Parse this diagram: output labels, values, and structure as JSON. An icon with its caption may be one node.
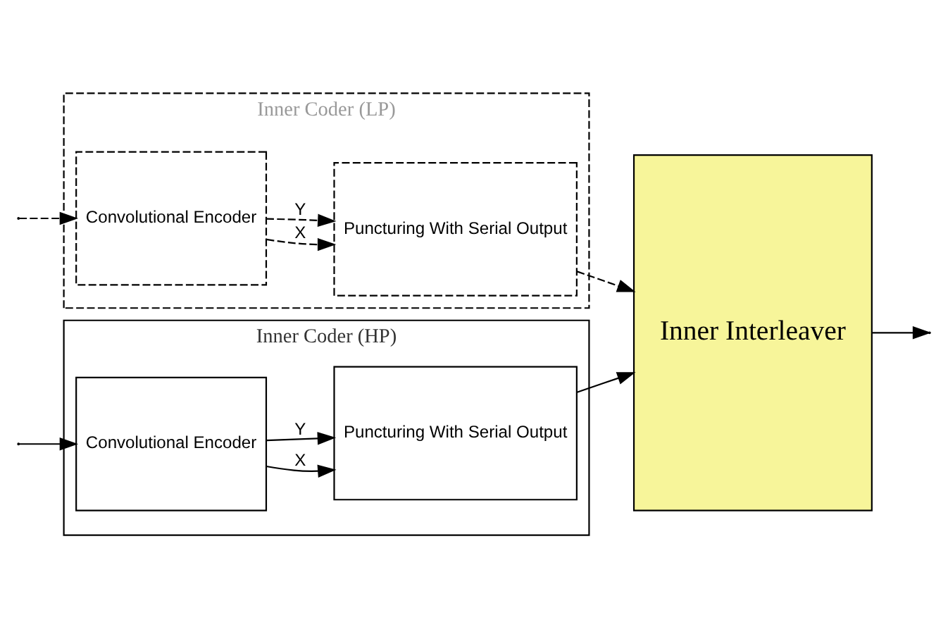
{
  "diagram": {
    "nodes": [
      {
        "text": [
          "Inner Coder (HP)"
        ]
      },
      {
        "text": [
          "Convolutional Encoder"
        ],
        "in": 0
      },
      {
        "text": [
          "Puncturing With Serial Output"
        ],
        "in": 0
      },
      {
        "text": [
          "Inner Coder (LP)"
        ]
      },
      {
        "text": [
          "Convolutional Encoder"
        ],
        "in": 3
      },
      {
        "text": [
          "Puncturing With Serial Output"
        ],
        "in": 3
      },
      {
        "text": [
          "Inner Interleaver"
        ]
      }
    ],
    "edges": [
      {
        "from": null,
        "to": 1,
        "arrow": "to"
      },
      {
        "from": 1,
        "to": 2,
        "arrow": "to",
        "label": "X"
      },
      {
        "from": 1,
        "to": 2,
        "arrow": "to",
        "label": "Y"
      },
      {
        "from": 2,
        "to": 6,
        "arrow": "to"
      },
      {
        "from": null,
        "to": 4,
        "arrow": "to",
        "style": "dashed"
      },
      {
        "from": 4,
        "to": 5,
        "arrow": "to",
        "label": "X",
        "style": "dashed"
      },
      {
        "from": 4,
        "to": 5,
        "arrow": "to",
        "label": "Y",
        "style": "dashed"
      },
      {
        "from": 5,
        "to": 6,
        "arrow": "to",
        "style": "dashed"
      },
      {
        "from": 6,
        "to": null,
        "arrow": "to"
      }
    ]
  }
}
